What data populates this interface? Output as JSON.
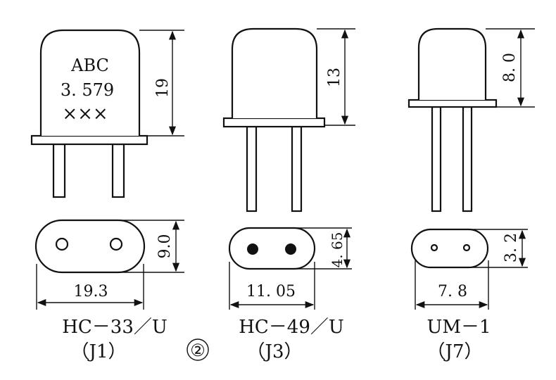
{
  "packages": [
    {
      "name": "HC-33/U",
      "caption_model": "HC－33／U",
      "caption_code": "（J1）",
      "height_dim": "19",
      "base_height_dim": "9.0",
      "base_width_dim": "19.3",
      "markings": [
        "ABC",
        "3. 579",
        "×××"
      ],
      "pin_holes": "open"
    },
    {
      "name": "HC-49/U",
      "caption_model": "HC－49／U",
      "caption_code": "（J3）",
      "height_dim": "13",
      "base_height_dim": "4. 65",
      "base_width_dim": "11. 05",
      "markings": [],
      "pin_holes": "filled"
    },
    {
      "name": "UM-1",
      "caption_model": "UM－1",
      "caption_code": "（J7）",
      "height_dim": "8. 0",
      "base_height_dim": "3. 2",
      "base_width_dim": "7. 8",
      "markings": [],
      "pin_holes": "small-open"
    }
  ],
  "figure_number": "②"
}
